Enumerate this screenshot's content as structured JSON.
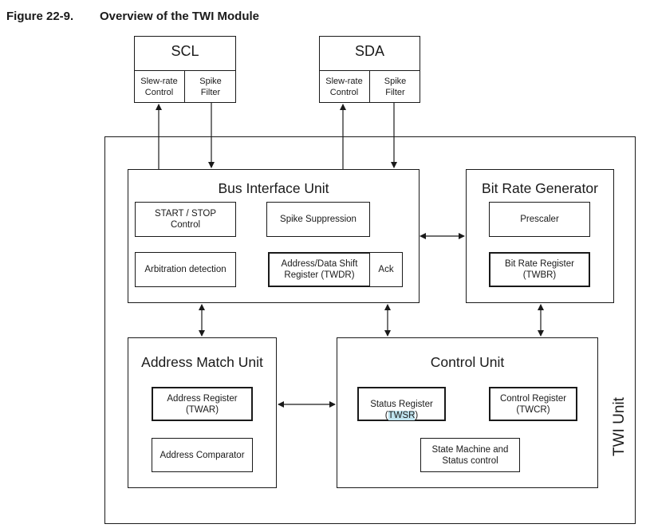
{
  "caption": {
    "number": "Figure 22-9.",
    "title": "Overview of the TWI Module"
  },
  "pads": {
    "scl": {
      "title": "SCL",
      "slew": "Slew-rate\nControl",
      "spike": "Spike\nFilter"
    },
    "sda": {
      "title": "SDA",
      "slew": "Slew-rate\nControl",
      "spike": "Spike\nFilter"
    }
  },
  "twi_unit_label": "TWI Unit",
  "bus_interface": {
    "title": "Bus Interface Unit",
    "start_stop": "START / STOP\nControl",
    "spike_suppression": "Spike Suppression",
    "arbitration": "Arbitration detection",
    "shift_register": "Address/Data Shift\nRegister (TWDR)",
    "ack": "Ack"
  },
  "bit_rate": {
    "title": "Bit Rate Generator",
    "prescaler": "Prescaler",
    "register": "Bit Rate Register\n(TWBR)"
  },
  "address_match": {
    "title": "Address Match Unit",
    "register": "Address Register\n(TWAR)",
    "comparator": "Address Comparator"
  },
  "control_unit": {
    "title": "Control Unit",
    "status_register_label": "Status Register",
    "status_register_name": "TWSR",
    "control_register": "Control Register\n(TWCR)",
    "state_machine": "State Machine and\nStatus control"
  }
}
